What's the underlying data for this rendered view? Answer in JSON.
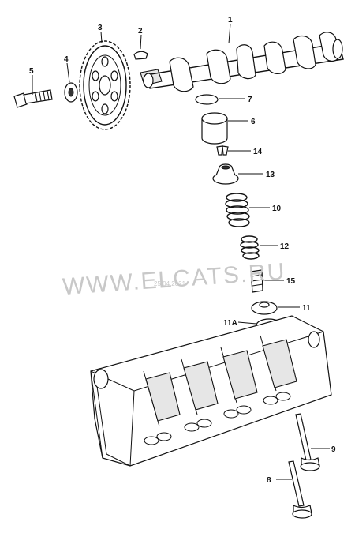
{
  "watermark": {
    "text": "WWW.ELCATS.RU",
    "date": "25.04.2021"
  },
  "labels": [
    {
      "id": "1",
      "text": "1"
    },
    {
      "id": "2",
      "text": "2"
    },
    {
      "id": "3",
      "text": "3"
    },
    {
      "id": "4",
      "text": "4"
    },
    {
      "id": "5",
      "text": "5"
    },
    {
      "id": "6",
      "text": "6"
    },
    {
      "id": "7",
      "text": "7"
    },
    {
      "id": "8",
      "text": "8"
    },
    {
      "id": "9",
      "text": "9"
    },
    {
      "id": "10",
      "text": "10"
    },
    {
      "id": "11",
      "text": "11"
    },
    {
      "id": "11A",
      "text": "11A"
    },
    {
      "id": "12",
      "text": "12"
    },
    {
      "id": "13",
      "text": "13"
    },
    {
      "id": "14",
      "text": "14"
    },
    {
      "id": "15",
      "text": "15"
    }
  ]
}
